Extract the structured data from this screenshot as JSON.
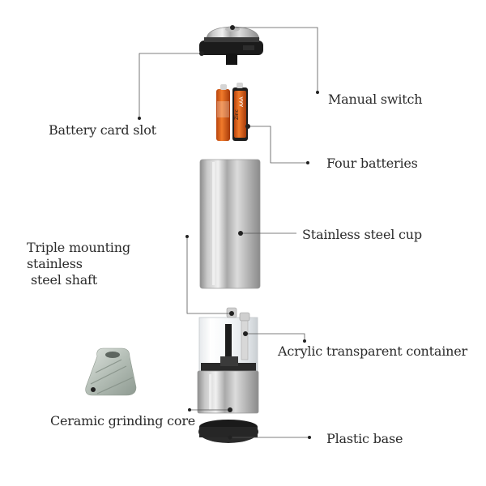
{
  "labels": {
    "manual_switch": "Manual switch",
    "battery_card_slot": "Battery card slot",
    "four_batteries": "Four batteries",
    "stainless_steel_cup": "Stainless steel cup",
    "triple_mounting_line1": "Triple mounting stainless",
    "triple_mounting_line2": "steel shaft",
    "acrylic_container": "Acrylic transparent container",
    "ceramic_core": "Ceramic grinding core",
    "plastic_base": "Plastic base"
  },
  "battery_text": {
    "brand": "Zinc",
    "size": "AAA"
  }
}
